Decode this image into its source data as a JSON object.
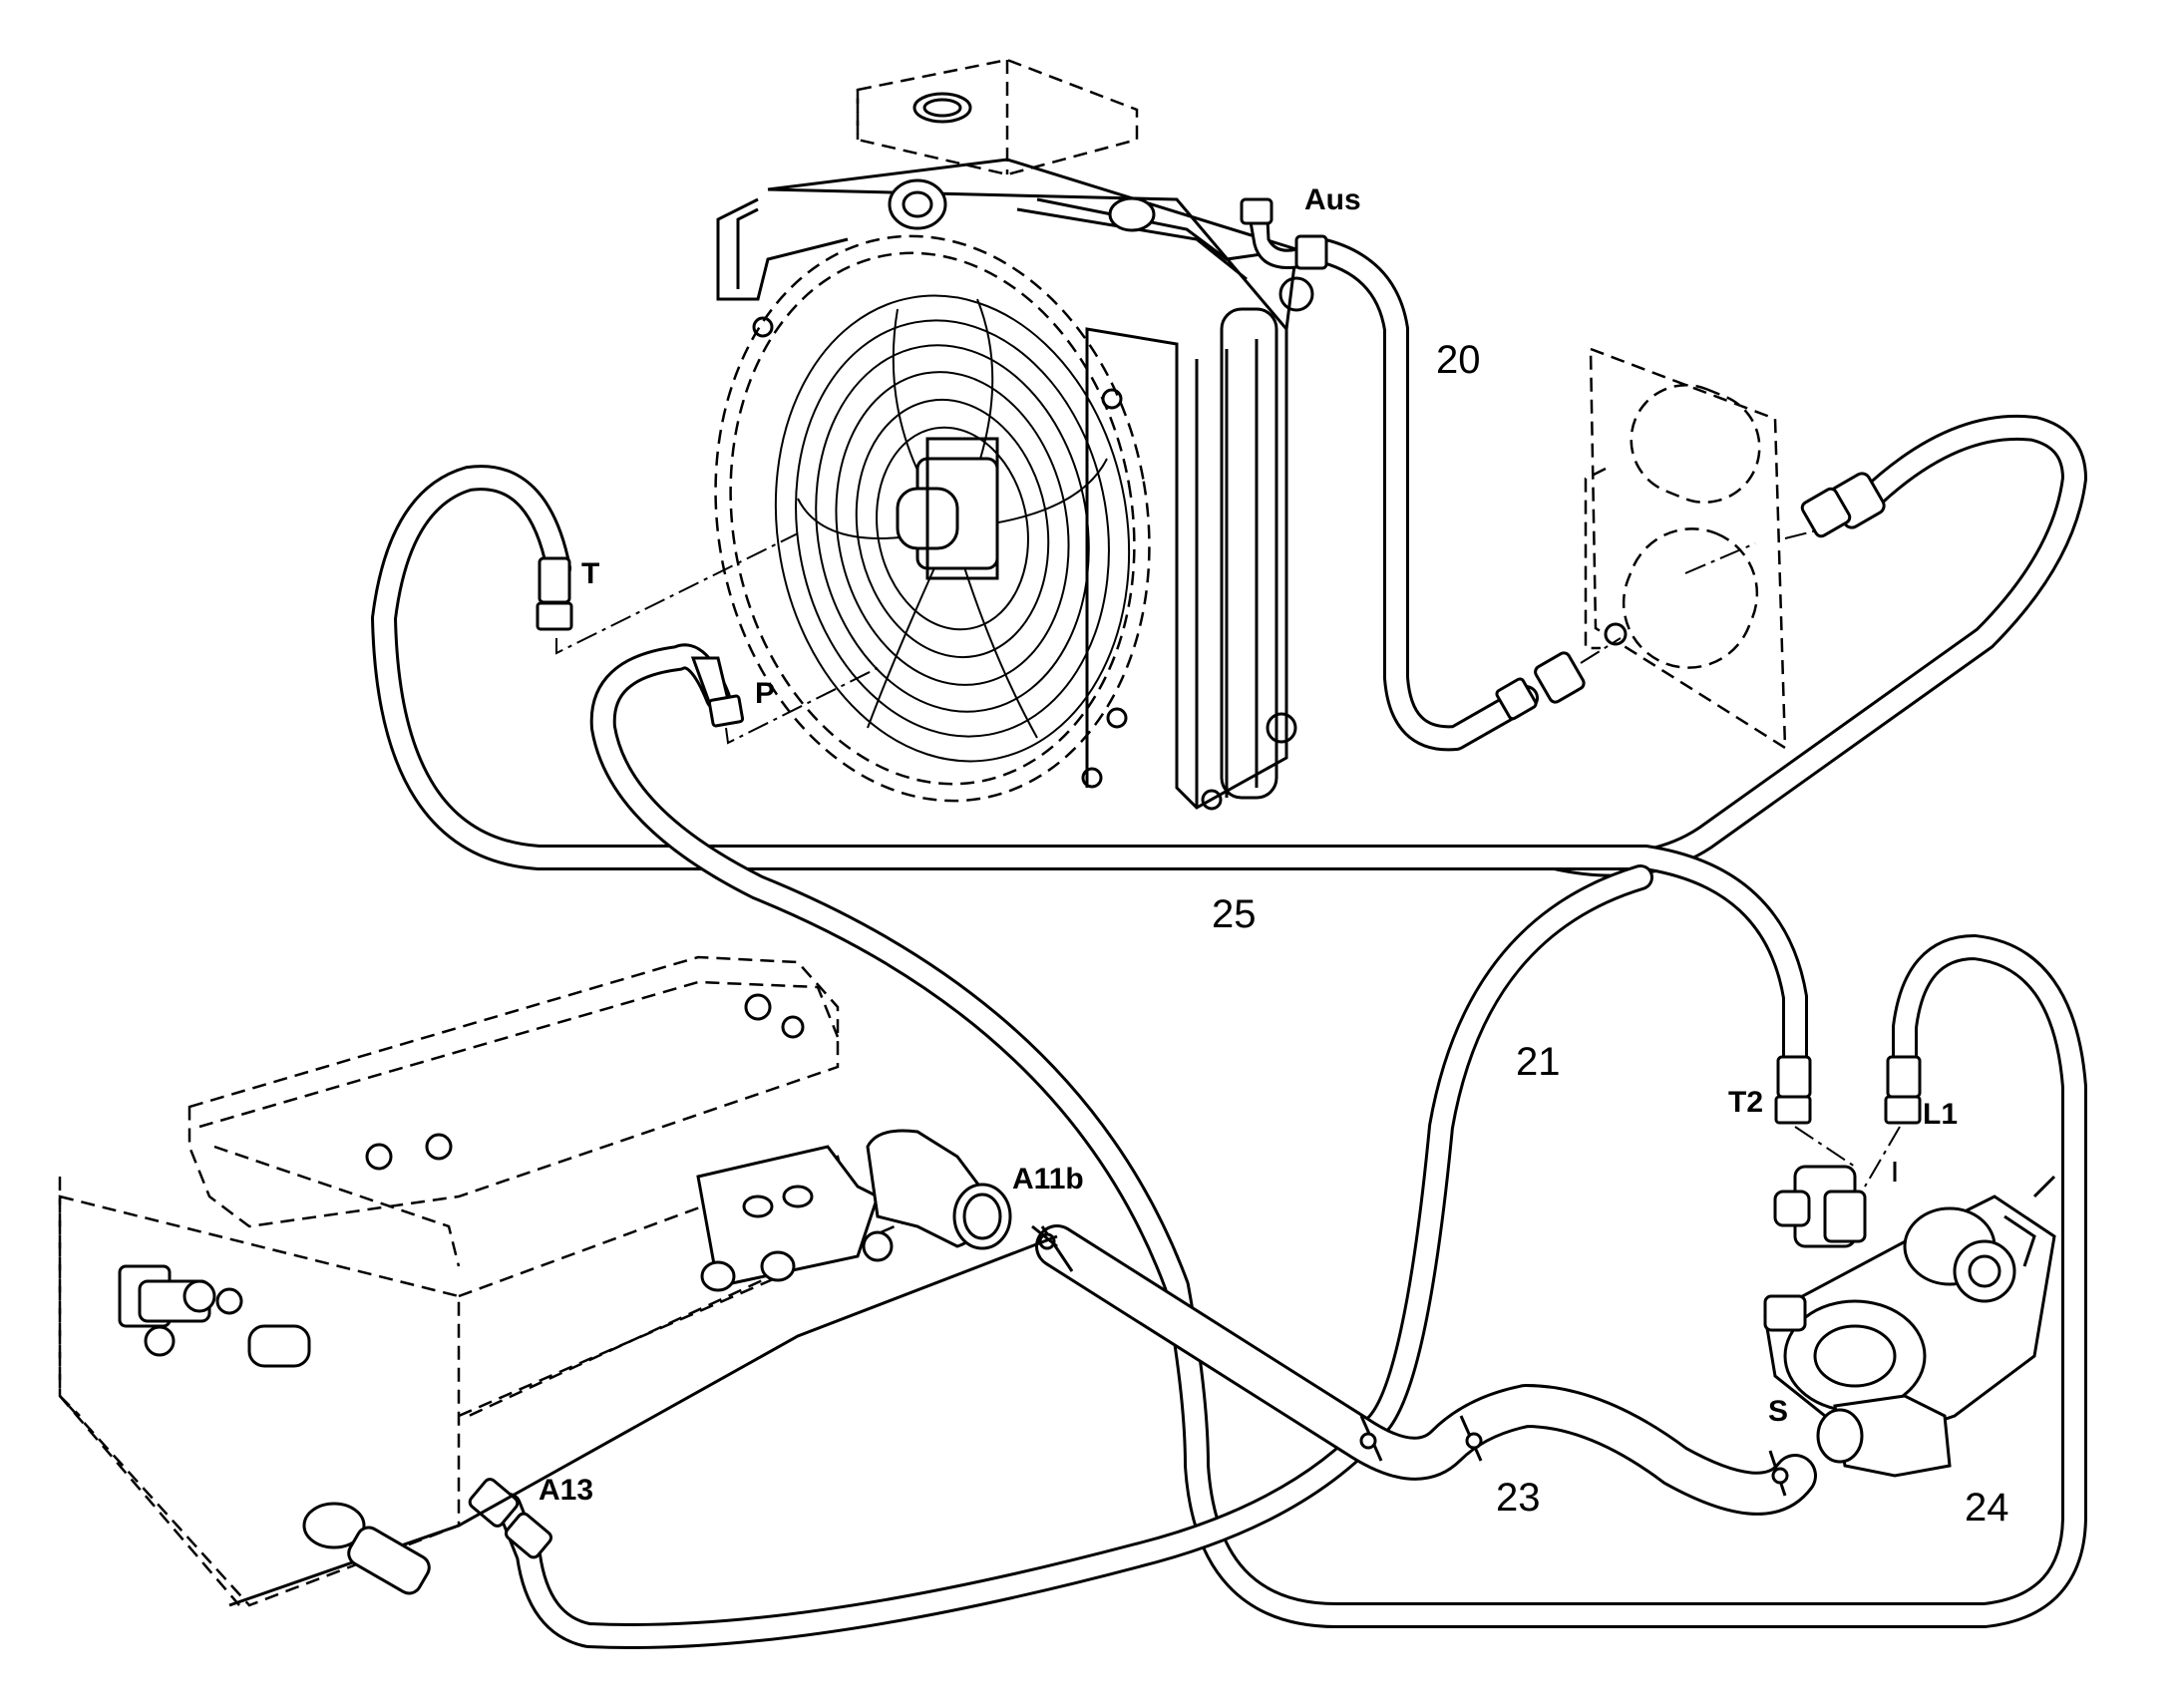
{
  "labels": {
    "aus": "Aus",
    "t": "T",
    "p": "P",
    "t2": "T2",
    "l1": "L1",
    "s": "S",
    "a11b": "A11b",
    "a13": "A13"
  },
  "part_numbers": {
    "n20": "20",
    "n21": "21",
    "n23": "23",
    "n24": "24",
    "n25": "25"
  }
}
